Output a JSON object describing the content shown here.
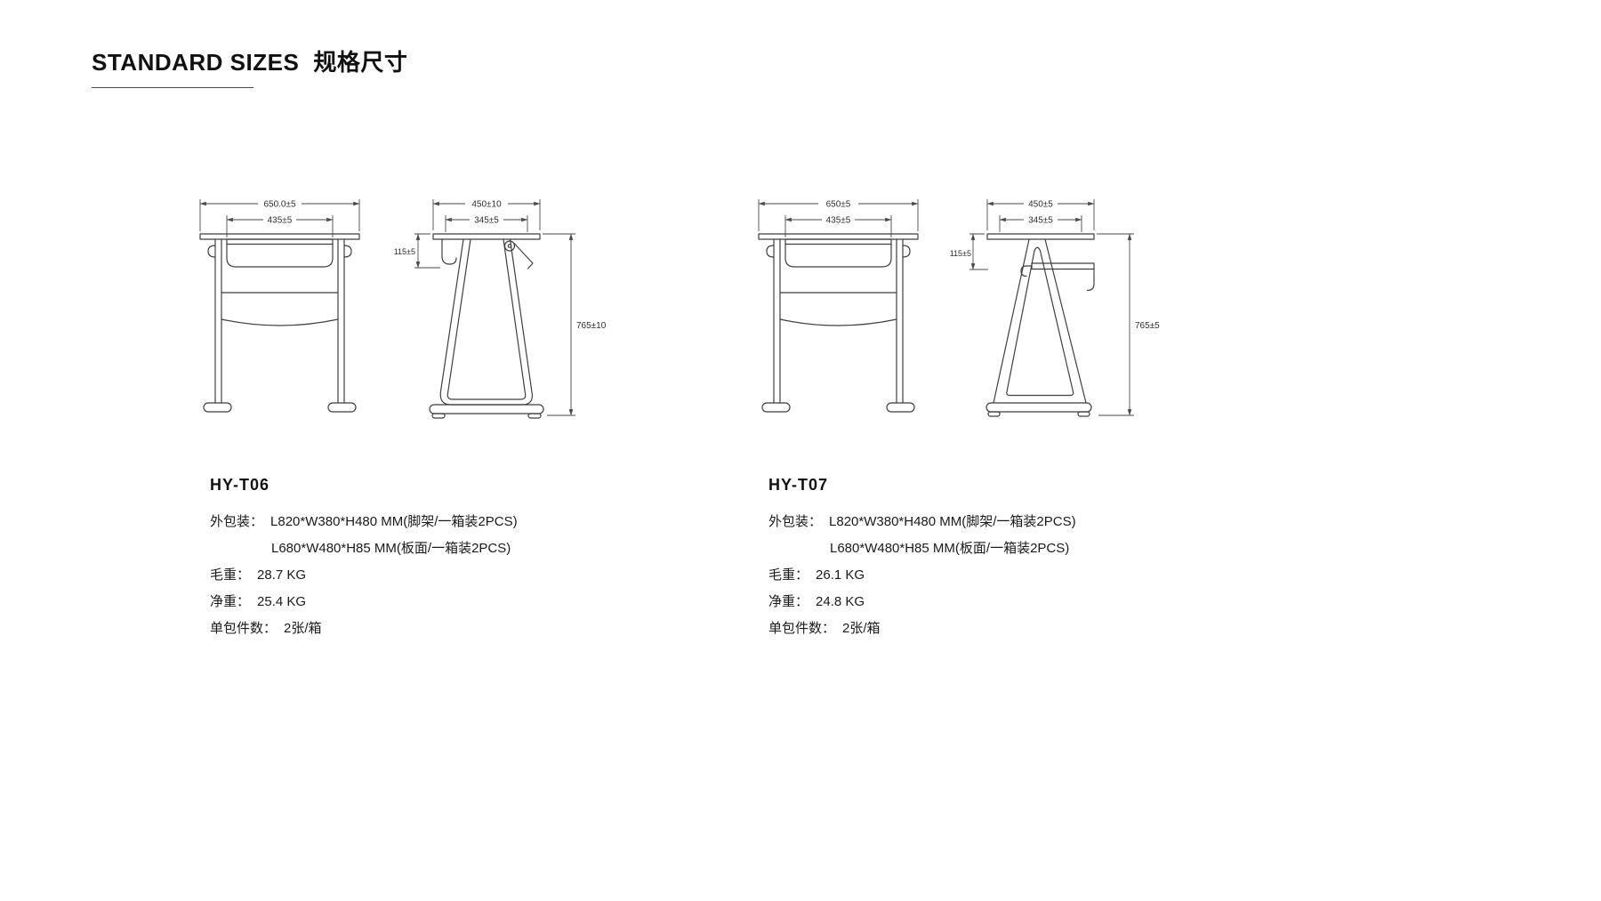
{
  "title": {
    "en": "STANDARD SIZES",
    "zh": "规格尺寸"
  },
  "products": [
    {
      "model": "HY-T06",
      "front": {
        "outer_width": "650.0±5",
        "inner_width": "435±5"
      },
      "side": {
        "top_width": "450±10",
        "inner_width": "345±5",
        "drop": "115±5",
        "height": "765±10"
      },
      "specs": {
        "packing_label": "外包装：",
        "packing_line1": "L820*W380*H480 MM(脚架/一箱装2PCS)",
        "packing_line2": "L680*W480*H85 MM(板面/一箱装2PCS)",
        "gross_label": "毛重：",
        "gross_value": "28.7 KG",
        "net_label": "净重：",
        "net_value": "25.4 KG",
        "qty_label": "单包件数：",
        "qty_value": "2张/箱"
      }
    },
    {
      "model": "HY-T07",
      "front": {
        "outer_width": "650±5",
        "inner_width": "435±5"
      },
      "side": {
        "top_width": "450±5",
        "inner_width": "345±5",
        "drop": "115±5",
        "height": "765±5"
      },
      "specs": {
        "packing_label": "外包装：",
        "packing_line1": "L820*W380*H480 MM(脚架/一箱装2PCS)",
        "packing_line2": "L680*W480*H85 MM(板面/一箱装2PCS)",
        "gross_label": "毛重：",
        "gross_value": "26.1 KG",
        "net_label": "净重：",
        "net_value": "24.8 KG",
        "qty_label": "单包件数：",
        "qty_value": "2张/箱"
      }
    }
  ]
}
